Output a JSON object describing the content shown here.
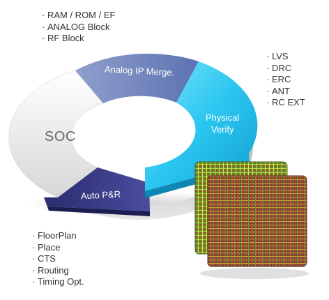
{
  "segments": {
    "analog_label": "Analog IP Merge.",
    "physical_label_1": "Physical",
    "physical_label_2": "Verify",
    "autopr_label": "Auto P&R",
    "soc_label": "SOC"
  },
  "analog_items": [
    "RAM / ROM / EF",
    "ANALOG Block",
    "RF Block"
  ],
  "verify_items": [
    "LVS",
    "DRC",
    "ERC",
    "ANT",
    "RC EXT"
  ],
  "autopr_items": [
    "FloorPlan",
    "Place",
    "CTS",
    "Routing",
    "Timing Opt."
  ],
  "chip_image": "chip-layout"
}
